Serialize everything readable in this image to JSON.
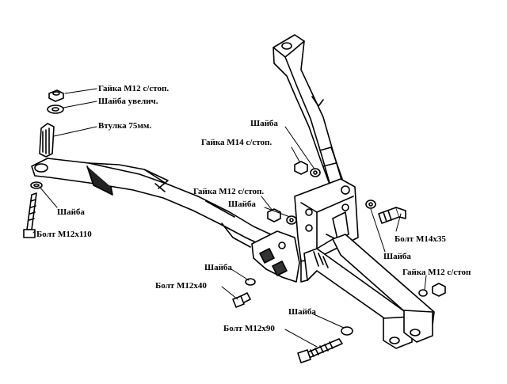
{
  "labels": {
    "nut_m12_top": "Гайка М12 с/стоп.",
    "washer_large": "Шайба увелич.",
    "bushing": "Втулка 75мм.",
    "washer_left": "Шайба",
    "bolt_m12x110": "Болт М12х110",
    "washer_top_mid": "Шайба",
    "nut_m14": "Гайка М14 с/стоп.",
    "nut_m12_mid": "Гайка М12 с/стоп.",
    "washer_mid": "Шайба",
    "bolt_m14x35": "Болт М14х35",
    "washer_right": "Шайба",
    "nut_m12_right": "Гайка М12 с/стоп",
    "washer_bottom_left": "Шайба",
    "bolt_m12x40": "Болт М12х40",
    "washer_bottom": "Шайба",
    "bolt_m12x90": "Болт М12х90"
  }
}
